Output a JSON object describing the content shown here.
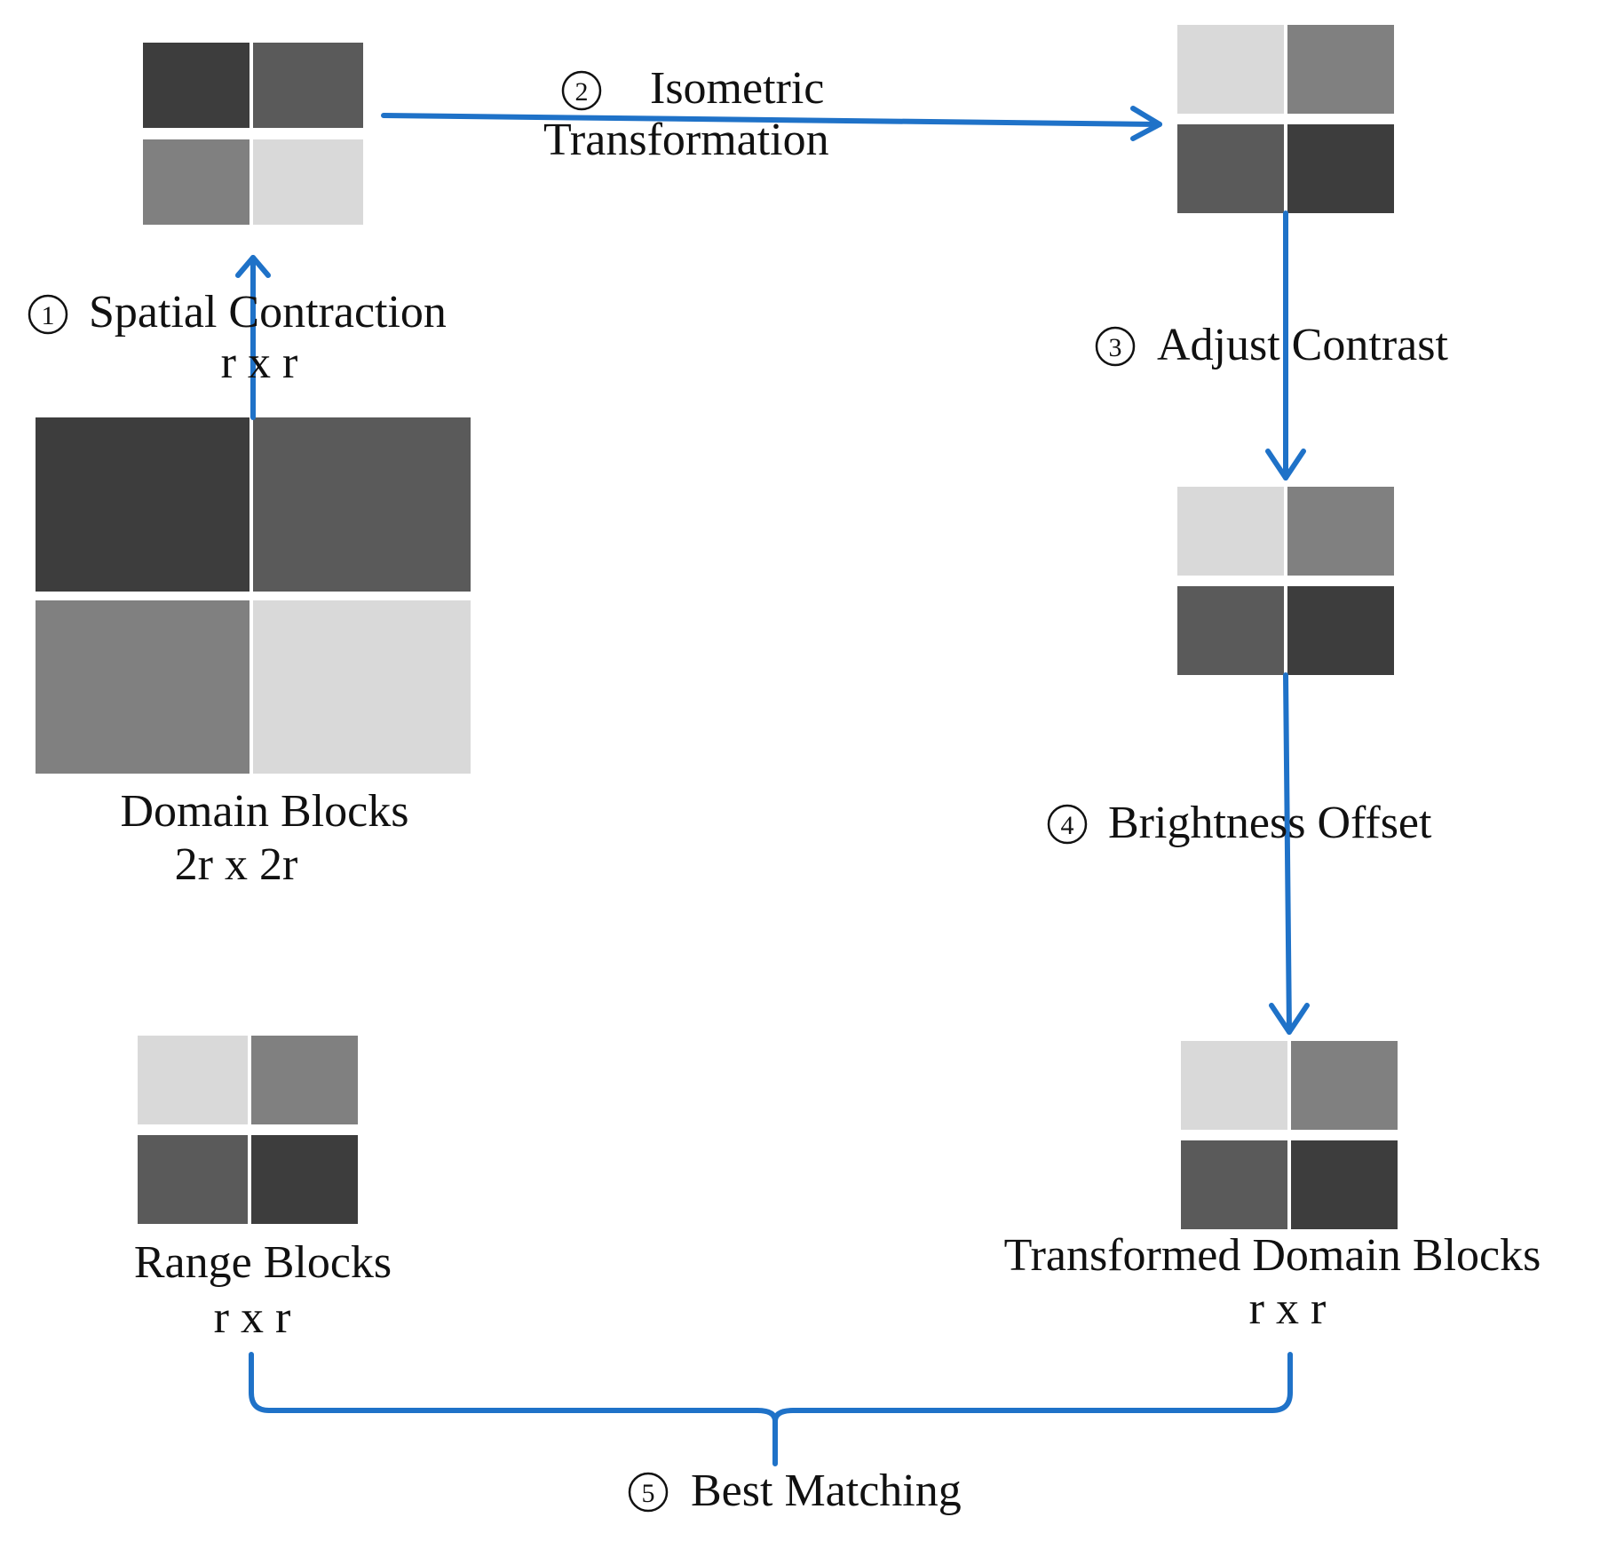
{
  "colors": {
    "arrow": "#1f72c8",
    "cell_darkest": "#3d3d3d",
    "cell_dark": "#5a5a5a",
    "cell_mid": "#808080",
    "cell_light": "#d9d9d9"
  },
  "blocks": {
    "domain": {
      "cells": [
        "cell_darkest",
        "cell_dark",
        "cell_mid",
        "cell_light"
      ]
    },
    "contracted": {
      "cells": [
        "cell_darkest",
        "cell_dark",
        "cell_mid",
        "cell_light"
      ]
    },
    "isometric": {
      "cells": [
        "cell_light",
        "cell_mid",
        "cell_dark",
        "cell_darkest"
      ]
    },
    "contrast": {
      "cells": [
        "cell_light",
        "cell_mid",
        "cell_dark",
        "cell_darkest"
      ]
    },
    "transformed": {
      "cells": [
        "cell_light",
        "cell_mid",
        "cell_dark",
        "cell_darkest"
      ]
    },
    "range": {
      "cells": [
        "cell_light",
        "cell_mid",
        "cell_dark",
        "cell_darkest"
      ]
    }
  },
  "steps": {
    "s1": {
      "num": "1",
      "label": "Spatial Contraction",
      "sub": "r x r"
    },
    "s2": {
      "num": "2",
      "label": "Isometric",
      "label2": "Transformation"
    },
    "s3": {
      "num": "3",
      "label": "Adjust Contrast"
    },
    "s4": {
      "num": "4",
      "label": "Brightness Offset"
    },
    "s5": {
      "num": "5",
      "label": "Best Matching"
    }
  },
  "captions": {
    "domain": {
      "line1": "Domain Blocks",
      "line2": "2r x 2r"
    },
    "range": {
      "line1": "Range Blocks",
      "line2": "r x r"
    },
    "transformed": {
      "line1": "Transformed Domain Blocks",
      "line2": "r x r"
    }
  }
}
